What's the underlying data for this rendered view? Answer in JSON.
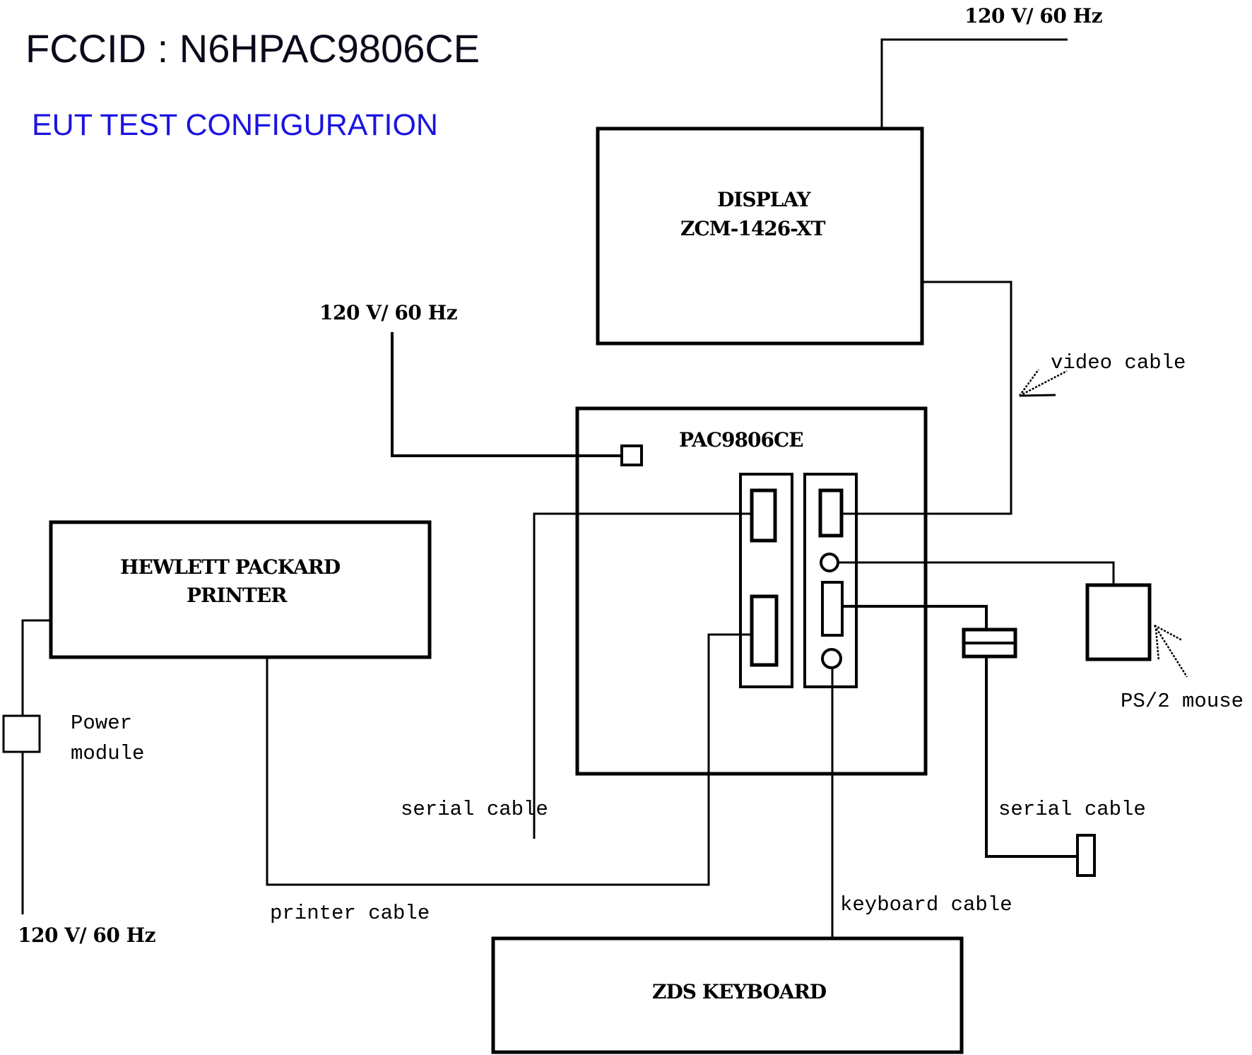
{
  "header": {
    "fcc_id": "FCCID : N6HPAC9806CE",
    "subtitle": "EUT TEST CONFIGURATION"
  },
  "colors": {
    "subtitle": "#1a14e0",
    "lines": "#000000"
  },
  "devices": {
    "display": {
      "line1": "DISPLAY",
      "line2": "ZCM-1426-XT"
    },
    "eut": {
      "label": "PAC9806CE"
    },
    "printer": {
      "line1": "HEWLETT PACKARD",
      "line2": "PRINTER"
    },
    "keyboard": {
      "label": "ZDS KEYBOARD"
    },
    "mouse": {
      "label": "PS/2 mouse"
    },
    "power_module": {
      "line1": "Power",
      "line2": "module"
    }
  },
  "power_sources": {
    "display": "120 V/ 60 Hz",
    "eut": "120 V/ 60 Hz",
    "printer": "120 V/ 60 Hz"
  },
  "cables": {
    "video": "video cable",
    "serial_left": "serial cable",
    "serial_right": "serial cable",
    "printer": "printer cable",
    "keyboard": "keyboard cable"
  }
}
